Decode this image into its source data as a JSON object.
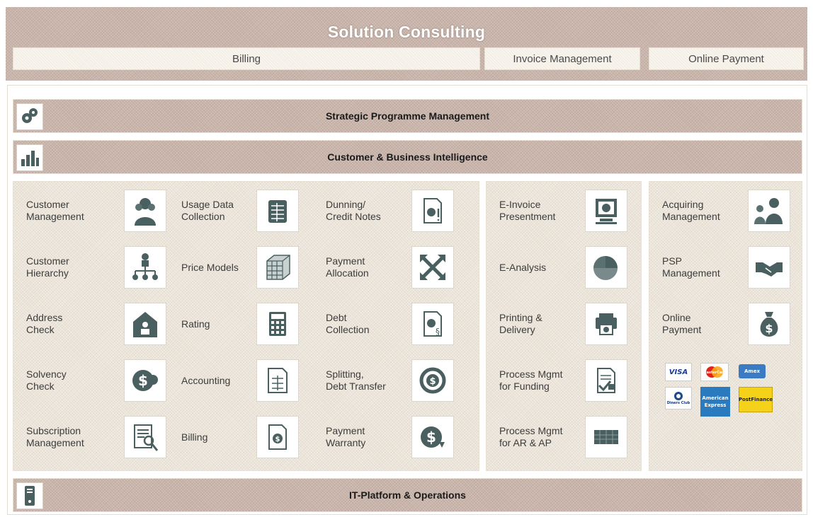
{
  "header": {
    "title": "Solution Consulting",
    "tabs": [
      "Billing",
      "Invoice Management",
      "Online Payment"
    ]
  },
  "bars": {
    "strategic": "Strategic Programme Management",
    "intelligence": "Customer & Business Intelligence",
    "platform": "IT-Platform & Operations"
  },
  "billing": {
    "col1": [
      {
        "label": "Customer\nManagement",
        "icon": "people-icon"
      },
      {
        "label": "Customer\nHierarchy",
        "icon": "hierarchy-icon"
      },
      {
        "label": "Address\nCheck",
        "icon": "house-icon"
      },
      {
        "label": "Solvency\nCheck",
        "icon": "dollar-coin-icon"
      },
      {
        "label": "Subscription\nManagement",
        "icon": "document-magnifier-icon"
      }
    ],
    "col2": [
      {
        "label": "Usage Data\nCollection",
        "icon": "spreadsheet-icon"
      },
      {
        "label": "Price Models",
        "icon": "cube-grid-icon"
      },
      {
        "label": "Rating",
        "icon": "calculator-icon"
      },
      {
        "label": "Accounting",
        "icon": "ledger-icon"
      },
      {
        "label": "Billing",
        "icon": "invoice-icon"
      }
    ],
    "col3": [
      {
        "label": "Dunning/\nCredit Notes",
        "icon": "warning-document-icon"
      },
      {
        "label": "Payment\nAllocation",
        "icon": "arrows-out-icon"
      },
      {
        "label": "Debt\nCollection",
        "icon": "paragraph-document-icon"
      },
      {
        "label": "Splitting,\nDebt Transfer",
        "icon": "circular-dollar-icon"
      },
      {
        "label": "Payment\nWarranty",
        "icon": "dollar-arrow-icon"
      }
    ]
  },
  "invoice": [
    {
      "label": "E-Invoice\nPresentment",
      "icon": "monitor-icon"
    },
    {
      "label": "E-Analysis",
      "icon": "pie-chart-icon"
    },
    {
      "label": "Printing &\nDelivery",
      "icon": "printer-icon"
    },
    {
      "label": "Process Mgmt\nfor Funding",
      "icon": "checked-document-icon"
    },
    {
      "label": "Process Mgmt\nfor AR & AP",
      "icon": "grid-icon"
    }
  ],
  "online": [
    {
      "label": "Acquiring\nManagement",
      "icon": "persons-icon"
    },
    {
      "label": "PSP\nManagement",
      "icon": "handshake-icon"
    },
    {
      "label": "Online\nPayment",
      "icon": "money-bag-icon"
    }
  ],
  "cards": [
    "VISA",
    "MasterCard",
    "Amex",
    "Diners Club",
    "American Express",
    "PostFinance"
  ],
  "colors": {
    "icon": "#4a6060",
    "bar": "#c9b5ab",
    "panel": "#ece5da"
  }
}
